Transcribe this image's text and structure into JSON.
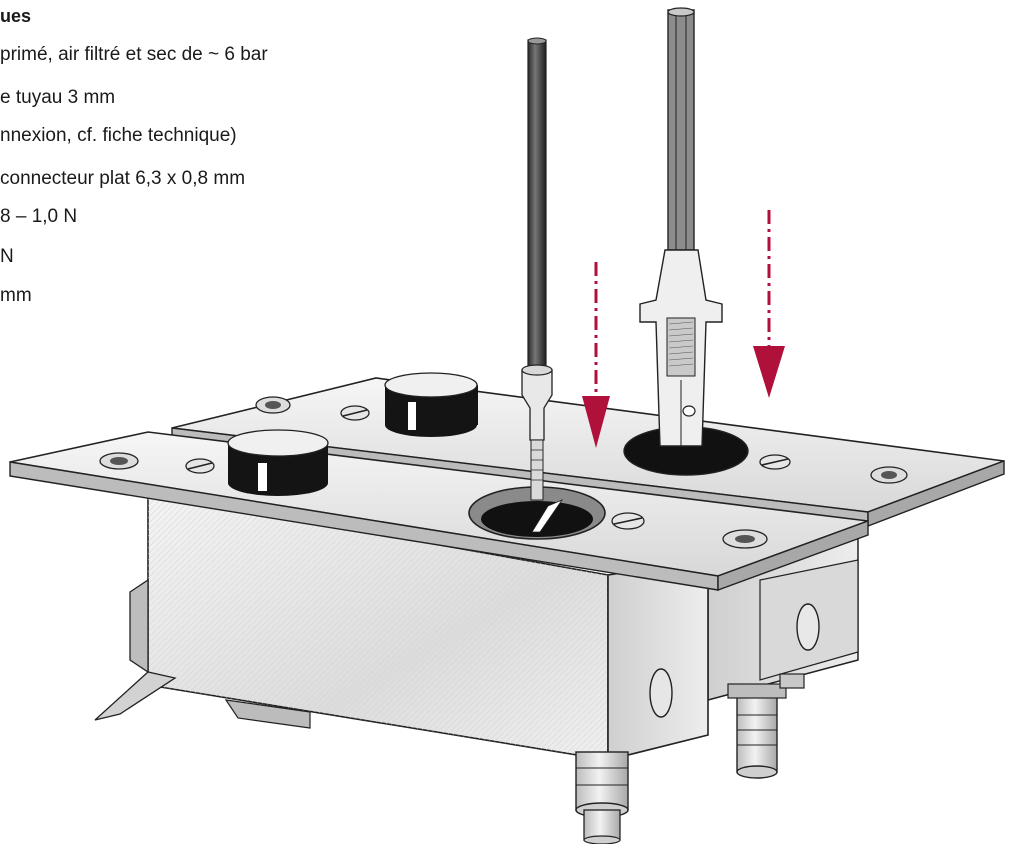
{
  "specs": {
    "title": "ues",
    "lines": [
      "primé, air filtré et sec de ~ 6 bar",
      "e tuyau 3 mm",
      "nnexion, cf. fiche technique)",
      "connecteur plat 6,3 x 0,8 mm",
      "8 – 1,0 N",
      " N",
      "mm"
    ]
  },
  "colors": {
    "arrow": "#b0113a",
    "metal_light": "#eeeeee",
    "metal_mid": "#cfcfcf",
    "metal_dark": "#9a9a9a",
    "outline": "#222222",
    "black": "#111111"
  },
  "icons": [
    "insertion-arrow-icon",
    "insertion-arrow-icon",
    "insertion-arrow-icon"
  ]
}
